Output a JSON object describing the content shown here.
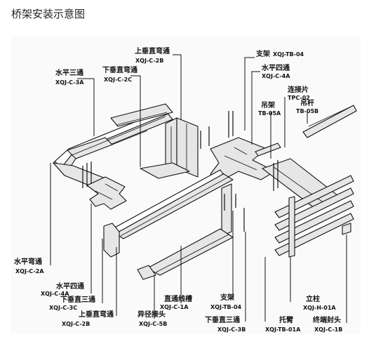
{
  "page_title": "桥架安装示意图",
  "labels": [
    {
      "id": "vert-up-bend-top",
      "name": "上垂直弯通",
      "code": "XQJ-C-2B"
    },
    {
      "id": "support-top",
      "name": "支架",
      "code": "XQJ-TB-04"
    },
    {
      "id": "horiz-tee-left",
      "name": "水平三通",
      "code": "XQJ-C-3A"
    },
    {
      "id": "vert-down-bend",
      "name": "下垂直弯通",
      "code": "XQJ-C-2C"
    },
    {
      "id": "horiz-cross-top",
      "name": "水平四通",
      "code": "XQJ-C-4A"
    },
    {
      "id": "connector",
      "name": "连接片",
      "code": "TPC-02"
    },
    {
      "id": "hanger",
      "name": "吊架",
      "code": "TB-05A"
    },
    {
      "id": "hanging-rod",
      "name": "吊杆",
      "code": "TB-05B"
    },
    {
      "id": "horiz-bend",
      "name": "水平弯通",
      "code": "XQJ-C-2A"
    },
    {
      "id": "horiz-cross-bottom",
      "name": "水平四通",
      "code": "XQJ-C-4A"
    },
    {
      "id": "vert-down-tee",
      "name": "下垂直三通",
      "code": "XQJ-C-3C"
    },
    {
      "id": "vert-up-bend-bottom",
      "name": "上垂直弯通",
      "code": "XQJ-C-2B"
    },
    {
      "id": "reducer",
      "name": "异径接头",
      "code": "XQJ-C-5B"
    },
    {
      "id": "straight-tray",
      "name": "直通线槽",
      "code": "XQJ-C-1A"
    },
    {
      "id": "support-bottom",
      "name": "支架",
      "code": "XQJ-TB-04"
    },
    {
      "id": "vert-down-tee-bottom",
      "name": "下垂直三通",
      "code": "XQJ-C-3B"
    },
    {
      "id": "column",
      "name": "立柱",
      "code": "XQJ-H-01A"
    },
    {
      "id": "bracket-arm",
      "name": "托臂",
      "code": "XQJ-TB-01A"
    },
    {
      "id": "end-cap",
      "name": "终端封头",
      "code": "XQJ-C-1B"
    }
  ]
}
